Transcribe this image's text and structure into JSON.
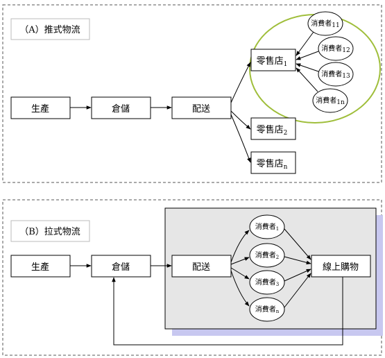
{
  "panel_a": {
    "title": "（A）推式物流",
    "nodes": {
      "production": "生產",
      "warehouse": "倉儲",
      "delivery": "配送",
      "store_1": "零售店",
      "store_1_sub": "1",
      "store_2": "零售店",
      "store_2_sub": "2",
      "store_n": "零售店",
      "store_n_sub": "n"
    },
    "consumers": [
      {
        "label": "消費者",
        "sub": "11"
      },
      {
        "label": "消費者",
        "sub": "12"
      },
      {
        "label": "消費者",
        "sub": "13"
      },
      {
        "label": "消費者",
        "sub": "1n"
      }
    ],
    "highlight_color": "#9fbe3a"
  },
  "panel_b": {
    "title": "（B）拉式物流",
    "nodes": {
      "production": "生產",
      "warehouse": "倉儲",
      "delivery": "配送",
      "online": "線上購物"
    },
    "consumers": [
      {
        "label": "消費者",
        "sub": "1"
      },
      {
        "label": "消費者",
        "sub": "2"
      },
      {
        "label": "消費者",
        "sub": "3"
      },
      {
        "label": "消費者",
        "sub": "n"
      }
    ],
    "region_fill": "#e6e6e6",
    "region_shadow": "#c8c8f0"
  }
}
